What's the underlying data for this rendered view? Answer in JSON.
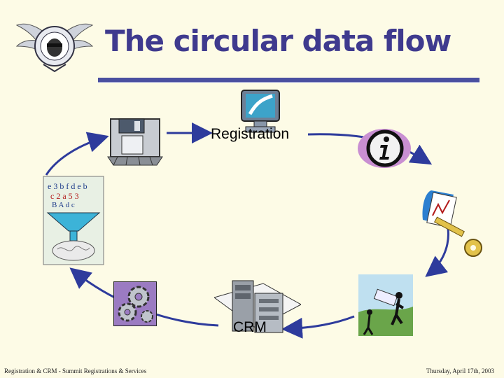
{
  "slide": {
    "title": "The circular data flow",
    "labels": {
      "registration": "Registration",
      "crm": "CRM"
    },
    "footer": {
      "left": "Registration & CRM - Summit Registrations & Services",
      "right": "Thursday, April 17th, 2003"
    },
    "colors": {
      "background": "#fdfbe6",
      "title": "#3f3a8e",
      "rule": "#4a4fa0",
      "arrows": "#2e3b9c"
    },
    "icons": [
      "computer-monitor-icon",
      "info-icon",
      "document-key-icon",
      "signpost-people-icon",
      "server-computer-icon",
      "gears-icon",
      "data-funnel-brain-icon",
      "storage-building-icon"
    ]
  }
}
